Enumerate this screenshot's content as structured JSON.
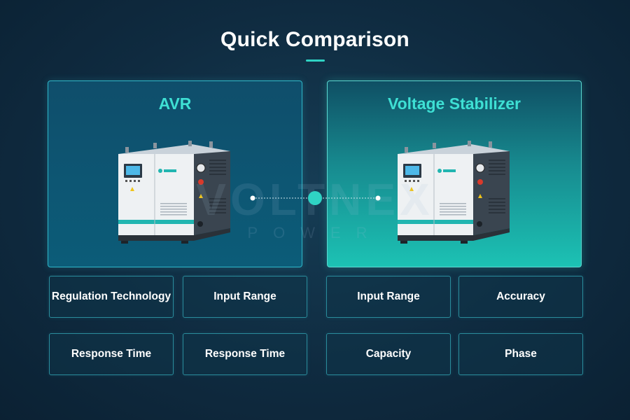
{
  "title": "Quick Comparison",
  "colors": {
    "accent": "#2fd3c4",
    "panel_title": "#3ee0d4",
    "background": "#0f2b40",
    "card_border": "#2a8c9c"
  },
  "panels": [
    {
      "title": "AVR",
      "image": "industrial-power-cabinet"
    },
    {
      "title": "Voltage Stabilizer",
      "image": "industrial-power-cabinet"
    }
  ],
  "watermark": {
    "brand": "VOLTNEX",
    "sub": "POWER"
  },
  "left_cards": [
    "Regulation Technology",
    "Input Range",
    "Response Time",
    "Response Time"
  ],
  "right_cards": [
    "Input Range",
    "Accuracy",
    "Capacity",
    "Phase"
  ]
}
